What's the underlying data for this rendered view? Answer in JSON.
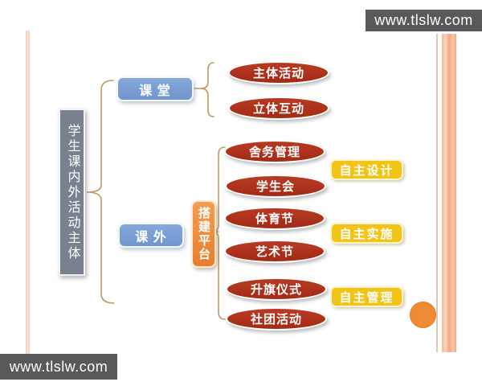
{
  "watermark_top": {
    "text": "www.tlslw.com"
  },
  "watermark_bottom": {
    "text": "www.tlslw.com"
  },
  "diagram": {
    "root_label": "学生课内外活动主体",
    "branches": [
      {
        "label": "课 堂",
        "children": [
          "主体活动",
          "立体互动"
        ]
      },
      {
        "label": "课 外",
        "platform_label": "搭建平台",
        "children": [
          "舍务管理",
          "学生会",
          "体育节",
          "艺术节",
          "升旗仪式",
          "社团活动"
        ]
      }
    ],
    "autonomy_labels": [
      "自主设计",
      "自主实施",
      "自主管理"
    ]
  },
  "colors": {
    "ellipse_red": "#ae2f1e",
    "node_blue": "#7b9fd4",
    "platform_orange": "#ef8836",
    "badge_yellow": "#f2c418",
    "root_gray": "#79808e",
    "brace_tan": "#c09a66",
    "banner_gray": "#59595b",
    "stripe_salmon": "#f3bb9b",
    "accent_circle_orange": "#ef8a35"
  }
}
